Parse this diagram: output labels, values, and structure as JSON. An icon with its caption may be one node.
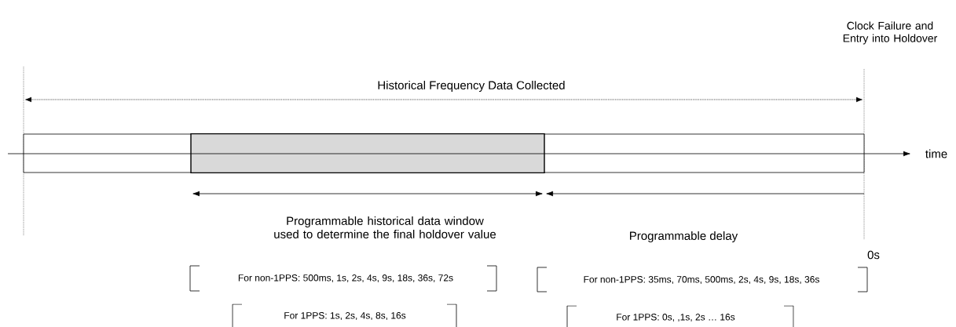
{
  "diagram": {
    "nodes": [
      {
        "text": [],
        "shape": "bar"
      },
      {
        "text": [],
        "shape": "box",
        "in": 0
      }
    ],
    "labels": [
      "Clock Failure and Entry into Holdover",
      "Historical Frequency Data Collected",
      "time",
      "Programmable historical data window used to determine the final holdover value",
      "Programmable delay",
      "0s",
      "For non-1PPS: 500ms, 1s, 2s, 4s, 9s, 18s, 36s, 72s",
      "For non-1PPS: 35ms, 70ms, 500ms, 2s, 4s, 9s, 18s, 36s",
      "For 1PPS: 1s, 2s, 4s, 8s, 16s",
      "For 1PPS: 0s, ,1s, 2s … 16s"
    ]
  }
}
